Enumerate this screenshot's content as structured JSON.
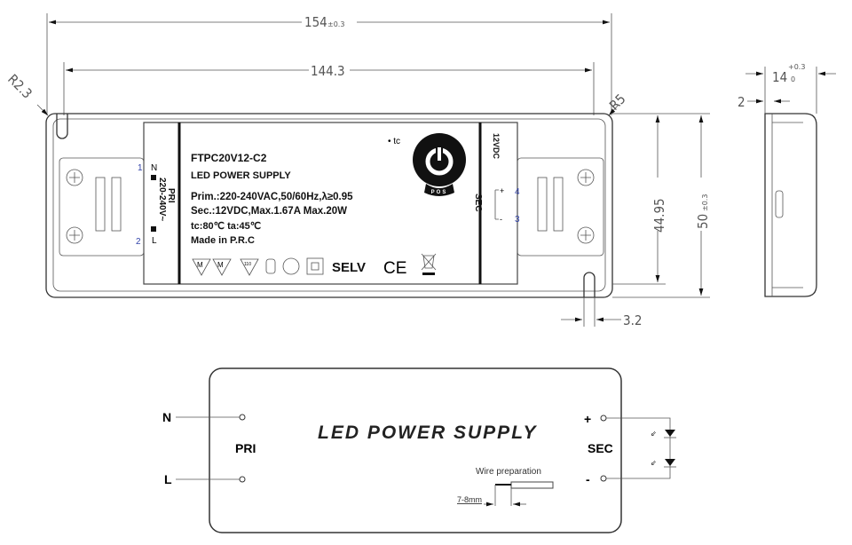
{
  "dimensions": {
    "overall_length": "154",
    "overall_length_tol": "±0.3",
    "mount_spacing": "144.3",
    "radius_left": "R2.3",
    "radius_right": "R5",
    "height_inner": "44.95",
    "height_overall": "50",
    "height_overall_tol": "±0.3",
    "slot_width": "3.2",
    "thickness": "14",
    "thickness_tol_upper": "+0.3",
    "thickness_tol_lower": "0",
    "flange": "2"
  },
  "label": {
    "model": "FTPC20V12-C2",
    "title": "LED POWER SUPPLY",
    "primary": "Prim.:220-240VAC,50/60Hz,λ≥0.95",
    "secondary": "Sec.:12VDC,Max.1.67A Max.20W",
    "temps": "tc:80℃  ta:45℃",
    "origin": "Made in P.R.C",
    "tc_marker": "• tc",
    "brand": "POS",
    "pri_label": "PRI",
    "pri_voltage": "220-240V~",
    "sec_label": "SEC",
    "sec_voltage": "12VDC",
    "terminal_n": "N",
    "terminal_l": "L",
    "terminal_plus": "+",
    "terminal_minus": "-",
    "pin_1": "1",
    "pin_2": "2",
    "pin_3": "3",
    "pin_4": "4",
    "cert_m": "M",
    "cert_110": "110",
    "selv": "SELV",
    "ce": "CE"
  },
  "wiring": {
    "title": "LED POWER SUPPLY",
    "n": "N",
    "l": "L",
    "pri": "PRI",
    "sec": "SEC",
    "plus": "+",
    "minus": "-",
    "wire_prep": "Wire preparation",
    "strip_length": "7-8mm"
  }
}
